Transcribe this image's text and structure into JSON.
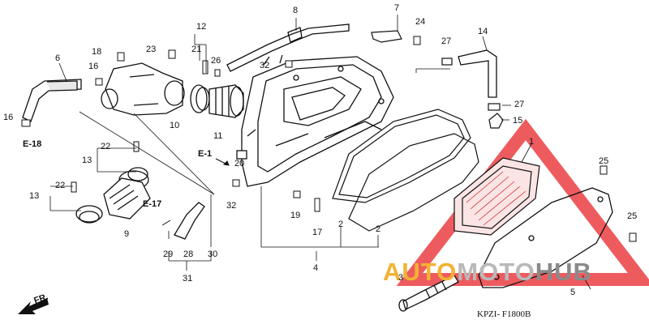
{
  "diagram_code": "KPZI- F1800B",
  "front_label": "FR.",
  "watermark": {
    "part1": "AUTO",
    "part2": "MOTO",
    "part3": "HUB",
    "orange": "#f2b233",
    "gray": "#8a8a8a",
    "red": "#e8242a"
  },
  "refs": {
    "e18": "E-18",
    "e1": "E-1",
    "e17": "E-17"
  },
  "callouts": {
    "c1": "1",
    "c2a": "2",
    "c2b": "2",
    "c3": "3",
    "c4": "4",
    "c5": "5",
    "c6": "6",
    "c7": "7",
    "c8": "8",
    "c9": "9",
    "c10": "10",
    "c11": "11",
    "c12": "12",
    "c13a": "13",
    "c13b": "13",
    "c14": "14",
    "c15": "15",
    "c16a": "16",
    "c16b": "16",
    "c17": "17",
    "c18": "18",
    "c19": "19",
    "c20": "20",
    "c21": "21",
    "c22a": "22",
    "c22b": "22",
    "c23": "23",
    "c24": "24",
    "c25a": "25",
    "c25b": "25",
    "c26": "26",
    "c27a": "27",
    "c27b": "27",
    "c28": "28",
    "c29": "29",
    "c30": "30",
    "c31": "31",
    "c32a": "32",
    "c32b": "32"
  }
}
